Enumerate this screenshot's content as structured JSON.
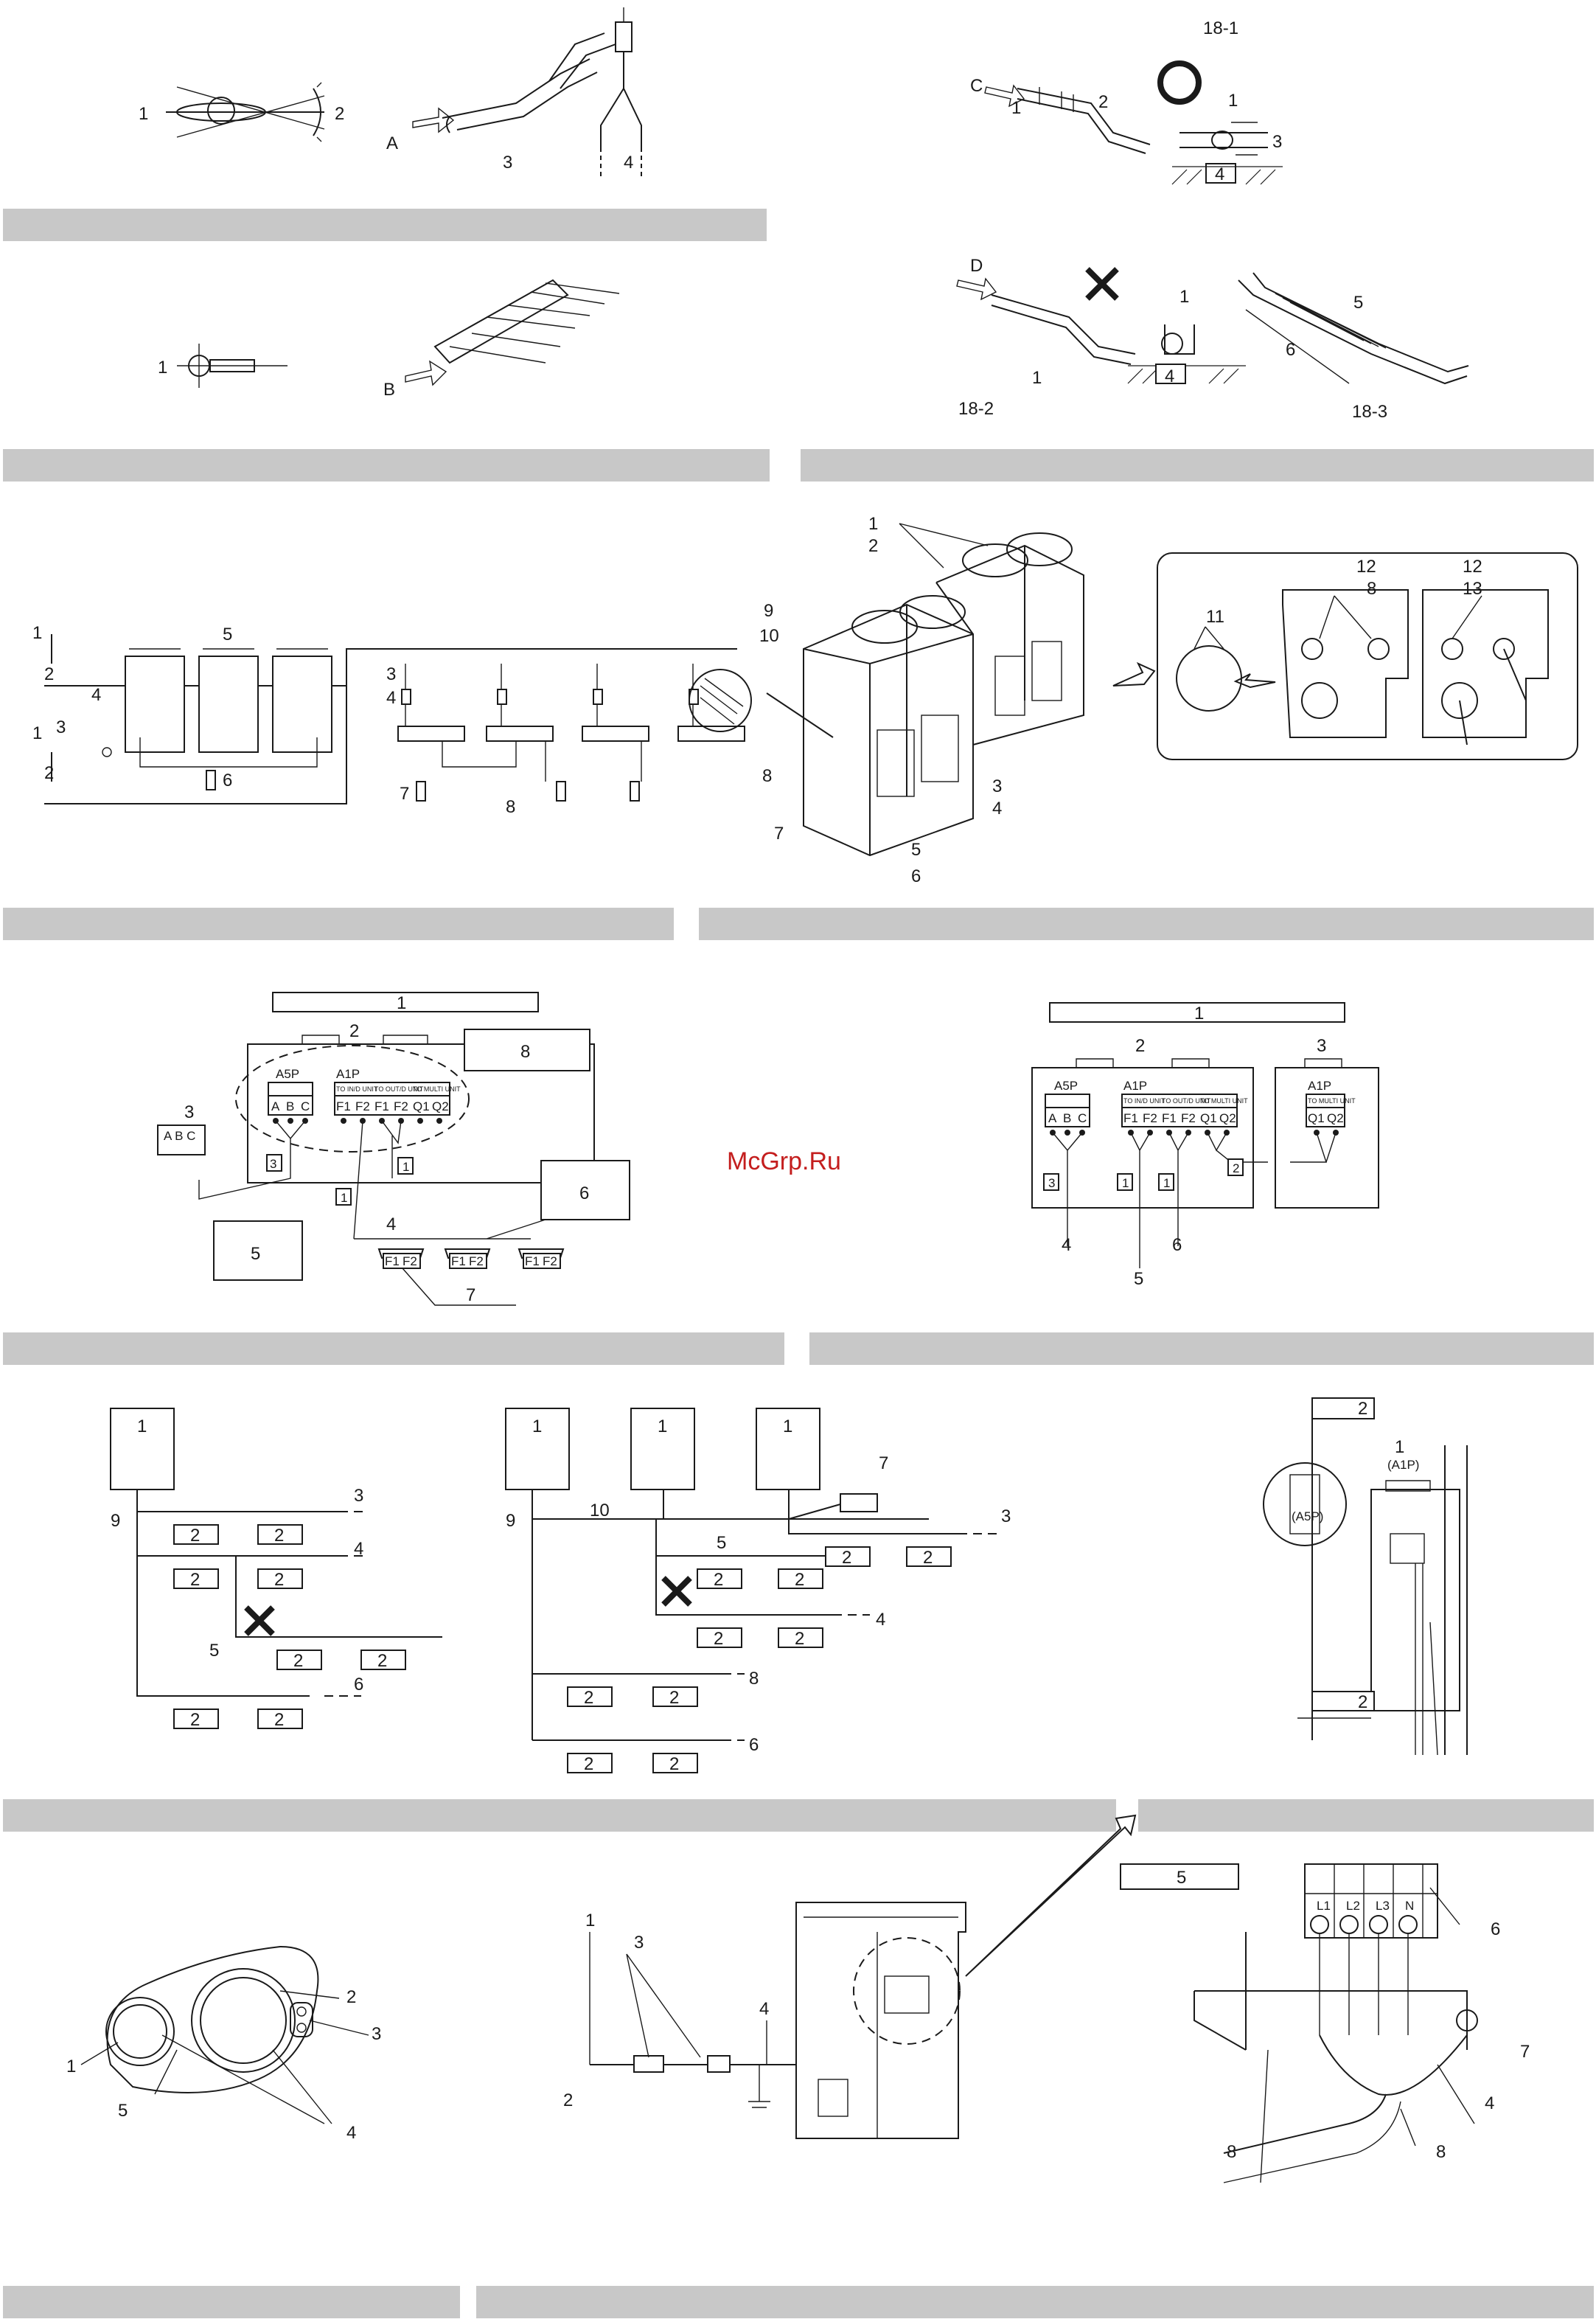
{
  "watermark": "McGrp.Ru",
  "fig1": {
    "labels": [
      "1",
      "2",
      "A",
      "3",
      "4"
    ]
  },
  "fig2": {
    "labels": [
      "1",
      "B"
    ]
  },
  "fig18": {
    "sub1": "18-1",
    "sub2": "18-2",
    "sub3": "18-3",
    "labels_c": [
      "C",
      "1",
      "2",
      "1",
      "3",
      "4"
    ],
    "labels_d": [
      "D",
      "1",
      "1",
      "4",
      "5",
      "6"
    ]
  },
  "wiring_system": {
    "labels": [
      "1",
      "2",
      "4",
      "3",
      "1",
      "2",
      "5",
      "6",
      "3",
      "4",
      "7",
      "8"
    ]
  },
  "outdoor_units": {
    "labels": [
      "1",
      "2",
      "9",
      "10",
      "8",
      "7",
      "5",
      "6",
      "3",
      "4",
      "11",
      "12",
      "8",
      "12",
      "13"
    ]
  },
  "terminal_single": {
    "labels": [
      "1",
      "2",
      "8",
      "3",
      "5",
      "4",
      "6",
      "7"
    ],
    "board_a5p": "A5P",
    "board_a1p": "A1P",
    "terms_abc": [
      "A",
      "B",
      "C"
    ],
    "remote_abc": "A B C",
    "terms_f": [
      "F1",
      "F2",
      "F1",
      "F2",
      "Q1",
      "Q2"
    ],
    "term_heads": [
      "TO IN/D UNIT",
      "TO OUT/D UNIT",
      "TO MULTI UNIT"
    ],
    "boxed": [
      "3",
      "1",
      "1"
    ],
    "indoor_terms": [
      "F1",
      "F2",
      "F1",
      "F2",
      "F1",
      "F2"
    ]
  },
  "terminal_multi": {
    "labels": [
      "1",
      "2",
      "3",
      "4",
      "5",
      "6"
    ],
    "board_a5p": "A5P",
    "board_a1p": "A1P",
    "board_a1p2": "A1P",
    "terms_abc": [
      "A",
      "B",
      "C"
    ],
    "terms_f": [
      "F1",
      "F2",
      "F1",
      "F2",
      "Q1",
      "Q2"
    ],
    "terms_q": [
      "Q1",
      "Q2"
    ],
    "term_heads": [
      "TO IN/D UNIT",
      "TO OUT/D UNIT",
      "TO MULTI UNIT"
    ],
    "term_head2": "TO MULTI UNIT",
    "boxed": [
      "3",
      "1",
      "1",
      "2"
    ]
  },
  "tree_single": {
    "labels": [
      "1",
      "9",
      "3",
      "4",
      "5",
      "6"
    ],
    "indoor": "2"
  },
  "tree_multi": {
    "labels": [
      "1",
      "1",
      "1",
      "9",
      "10",
      "7",
      "3",
      "5",
      "4",
      "8",
      "6"
    ],
    "indoor": "2"
  },
  "control_box": {
    "labels": [
      "2",
      "1",
      "2"
    ],
    "a1p": "(A1P)",
    "a5p": "(A5P)"
  },
  "knockout": {
    "labels": [
      "2",
      "3",
      "1",
      "5",
      "4"
    ]
  },
  "power_route": {
    "labels": [
      "1",
      "3",
      "4",
      "2"
    ]
  },
  "power_terminal": {
    "labels": [
      "5",
      "6",
      "7",
      "4",
      "8",
      "8"
    ],
    "terms": [
      "L1",
      "L2",
      "L3",
      "N"
    ]
  }
}
